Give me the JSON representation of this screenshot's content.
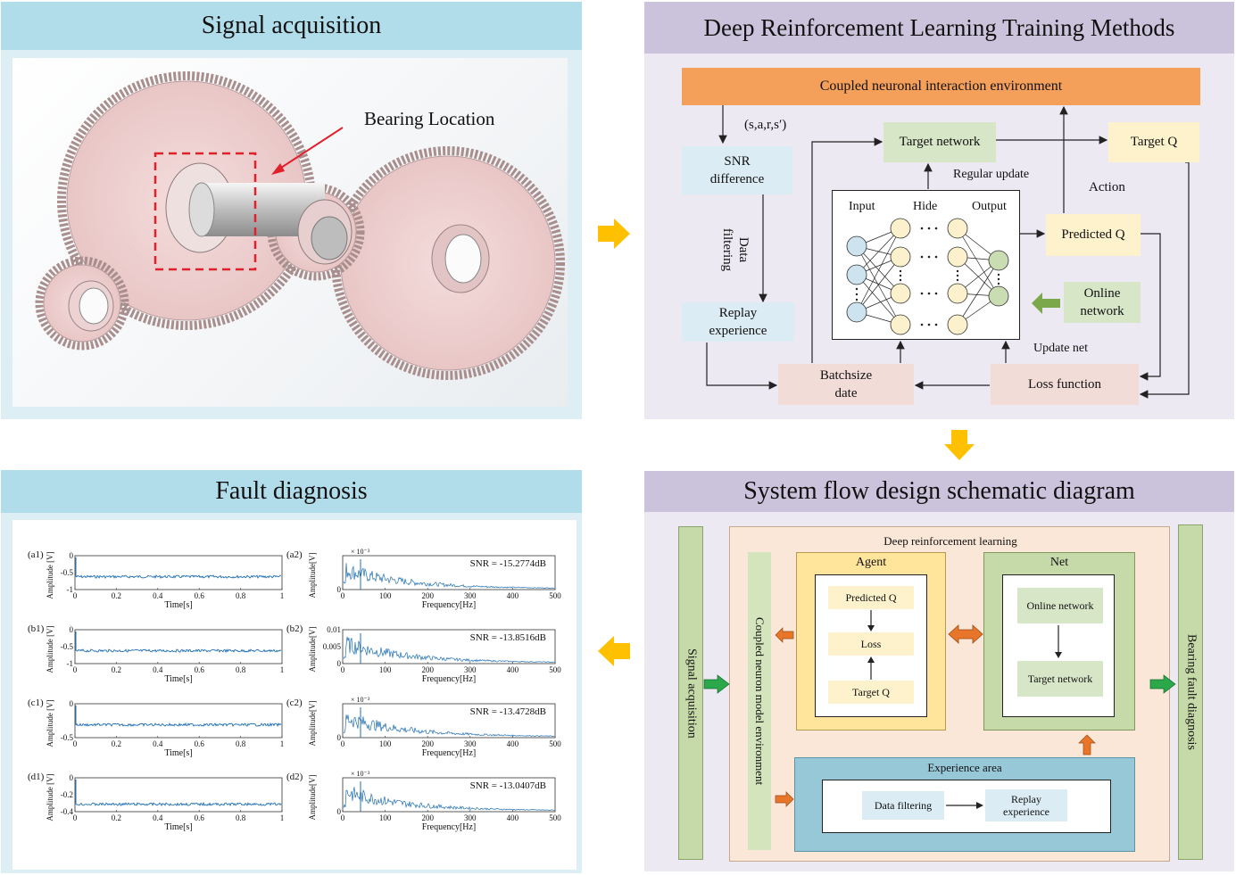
{
  "panels": {
    "signal_acquisition": {
      "title": "Signal acquisition",
      "bearing_label": "Bearing Location"
    },
    "drl_training": {
      "title": "Deep Reinforcement Learning Training Methods",
      "env": "Coupled neuronal interaction environment",
      "tuple": "(s,a,r,s′)",
      "snr_box": [
        "SNR",
        "difference"
      ],
      "data_filtering": [
        "Data",
        "filtering"
      ],
      "replay_box": [
        "Replay",
        "experience"
      ],
      "target_network": "Target network",
      "target_q": "Target Q",
      "regular_update": "Regular update",
      "action": "Action",
      "nn": {
        "input": "Input",
        "hide": "Hide",
        "output": "Output"
      },
      "predicted_q": "Predicted Q",
      "online_network": [
        "Online",
        "network"
      ],
      "update_net": "Update net",
      "batchsize_box": [
        "Batchsize",
        "date"
      ],
      "loss_function": "Loss function"
    },
    "system_flow": {
      "title": "System flow design schematic diagram",
      "signal_acq": "Signal acquisition",
      "drl_label": "Deep reinforcement learning",
      "env_label": "Coupled neuron model environment",
      "agent": "Agent",
      "predicted_q": "Predicted Q",
      "loss": "Loss",
      "target_q": "Target Q",
      "net": "Net",
      "online_network": "Online network",
      "target_network": "Target network",
      "experience_area": "Experience area",
      "data_filtering": "Data filtering",
      "replay": [
        "Replay",
        "experience"
      ],
      "bearing_fault": "Bearing fault diagnosis"
    },
    "fault_diagnosis": {
      "title": "Fault diagnosis",
      "rows": [
        {
          "time_label": "(a1)",
          "freq_label": "(a2)",
          "snr": "SNR = -15.2774dB",
          "y_ticks_time": [
            "0",
            "-0.5",
            "-1"
          ],
          "y_ticks_freq": [
            "0"
          ],
          "freq_exp": "× 10⁻³"
        },
        {
          "time_label": "(b1)",
          "freq_label": "(b2)",
          "snr": "SNR = -13.8516dB",
          "y_ticks_time": [
            "0",
            "-0.5",
            "-1"
          ],
          "y_ticks_freq": [
            "0.01",
            "0.005",
            "0"
          ],
          "freq_exp": ""
        },
        {
          "time_label": "(c1)",
          "freq_label": "(c2)",
          "snr": "SNR = -13.4728dB",
          "y_ticks_time": [
            "0",
            "-0.5"
          ],
          "y_ticks_freq": [
            "0"
          ],
          "freq_exp": "× 10⁻³"
        },
        {
          "time_label": "(d1)",
          "freq_label": "(d2)",
          "snr": "SNR = -13.0407dB",
          "y_ticks_time": [
            "0",
            "-0.2",
            "-0.4"
          ],
          "y_ticks_freq": [
            "0"
          ],
          "freq_exp": "× 10⁻³"
        }
      ],
      "time_xlabel": "Time[s]",
      "time_ylabel": "Amplitude [V]",
      "freq_xlabel": "Frequency[Hz]",
      "freq_ylabel": "Amplitude[V]",
      "time_ticks": [
        "0",
        "0.2",
        "0.4",
        "0.6",
        "0.8",
        "1"
      ],
      "freq_ticks": [
        "0",
        "100",
        "200",
        "300",
        "400",
        "500"
      ]
    }
  },
  "colors": {
    "panel_left_bg": "#ddeef5",
    "panel_left_header": "#b1dcea",
    "panel_right_bg": "#ece9f2",
    "panel_right_header": "#cbc3dc",
    "orange": "#f4a05a",
    "green_box": "#d8e6c8",
    "light_blue_box": "#dcecf4",
    "yellow_box": "#fdf2cc",
    "pink_box": "#f2dcd8",
    "signal_line": "#1f6fb4",
    "arrow_yellow": "#ffc000"
  }
}
